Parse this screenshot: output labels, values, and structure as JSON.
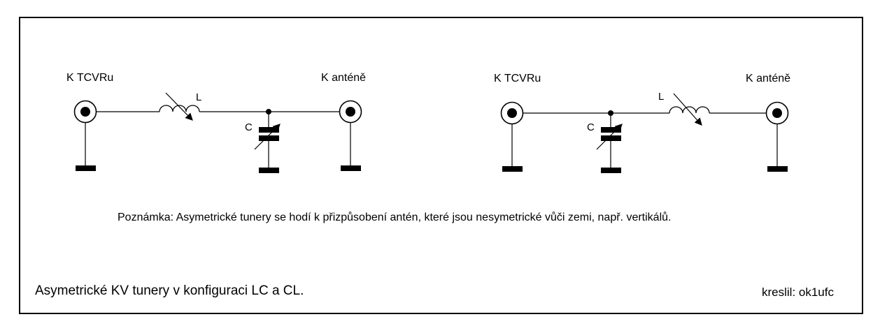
{
  "drawing": {
    "note": "Poznámka: Asymetrické tunery se hodí k přizpůsobení antén, které jsou nesymetrické vůči zemi, např. vertikálů.",
    "title": "Asymetrické KV tunery v konfiguraci LC a CL.",
    "credit": "kreslil: ok1ufc",
    "colors": {
      "line": "#000000",
      "background": "#ffffff"
    }
  },
  "circuits": [
    {
      "name": "LC konfigurace",
      "input_label": "K TCVRu",
      "output_label": "K anténě",
      "inductor_label": "L",
      "capacitor_label": "C",
      "topology": "series variable L from input, shunt variable C to ground before output"
    },
    {
      "name": "CL konfigurace",
      "input_label": "K TCVRu",
      "output_label": "K anténě",
      "inductor_label": "L",
      "capacitor_label": "C",
      "topology": "shunt variable C to ground after input, series variable L to output"
    }
  ]
}
